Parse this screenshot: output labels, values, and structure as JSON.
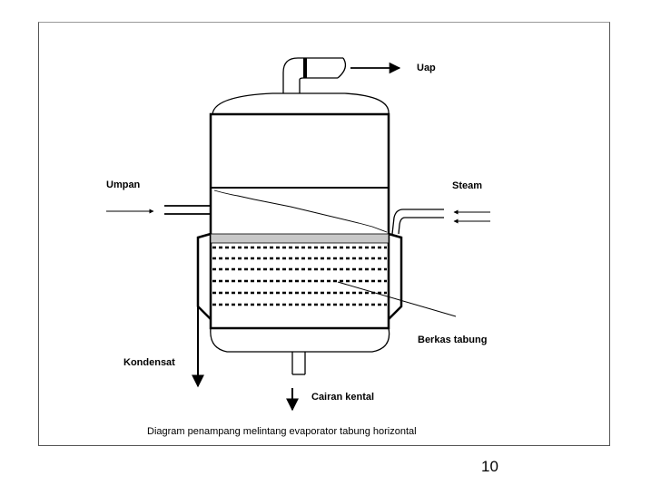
{
  "labels": {
    "uap": "Uap",
    "umpan": "Umpan",
    "steam": "Steam",
    "berkas_tabung": "Berkas tabung",
    "kondensat": "Kondensat",
    "cairan_kental": "Cairan kental"
  },
  "caption": "Diagram penampang melintang  evaporator  tabung  horizontal",
  "page_number": "10"
}
